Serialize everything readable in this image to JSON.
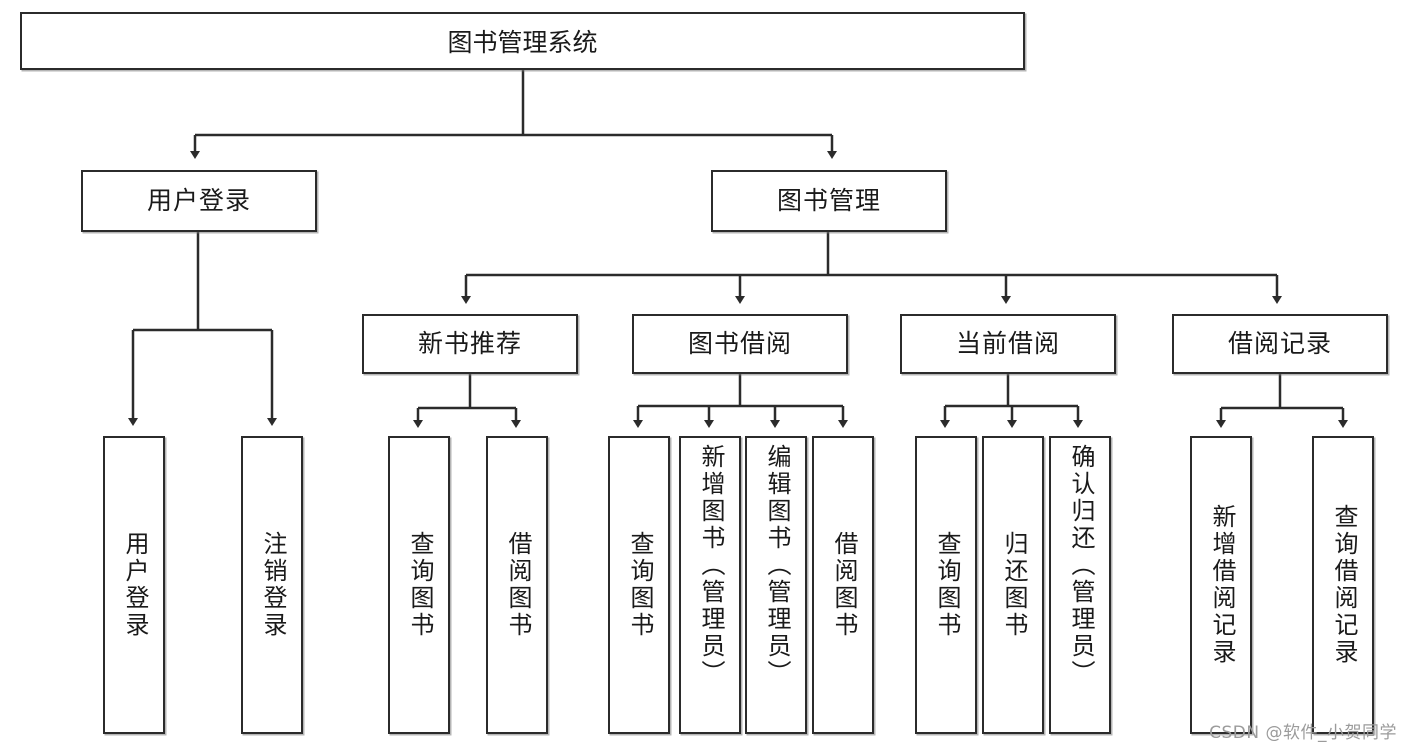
{
  "diagram": {
    "title": "图书管理系统",
    "root": {
      "label": "图书管理系统"
    },
    "level2": [
      {
        "label": "用户登录"
      },
      {
        "label": "图书管理"
      }
    ],
    "level3": [
      {
        "label": "新书推荐"
      },
      {
        "label": "图书借阅"
      },
      {
        "label": "当前借阅"
      },
      {
        "label": "借阅记录"
      }
    ],
    "leaves": {
      "user_login": [
        {
          "label": "用户登录"
        },
        {
          "label": "注销登录"
        }
      ],
      "new_book_recommend": [
        {
          "label": "查询图书"
        },
        {
          "label": "借阅图书"
        }
      ],
      "book_borrow": [
        {
          "label": "查询图书"
        },
        {
          "label": "新增图书（管理员）"
        },
        {
          "label": "编辑图书（管理员）"
        },
        {
          "label": "借阅图书"
        }
      ],
      "current_borrow": [
        {
          "label": "查询图书"
        },
        {
          "label": "归还图书"
        },
        {
          "label": "确认归还（管理员）"
        }
      ],
      "borrow_record": [
        {
          "label": "新增借阅记录"
        },
        {
          "label": "查询借阅记录"
        }
      ]
    },
    "watermark": "CSDN @软件_小贺同学",
    "colors": {
      "stroke": "#2b2b2b",
      "background": "#ffffff",
      "text": "#1a1a1a",
      "watermark": "#9b9b9b"
    }
  }
}
